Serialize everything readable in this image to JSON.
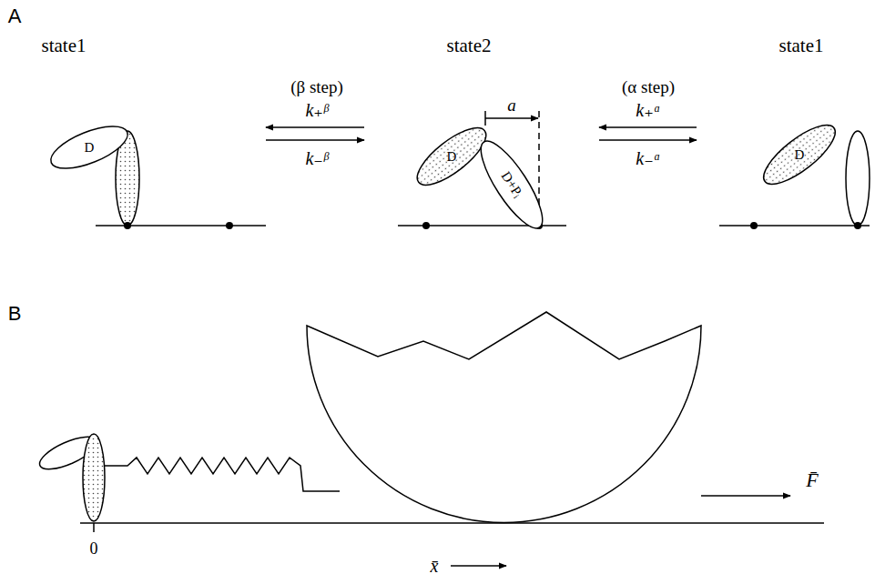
{
  "diagram": {
    "nodes": [
      {
        "text": [
          "D"
        ]
      },
      {
        "text": [
          "D"
        ]
      },
      {
        "text": [
          "D+Pᵢ"
        ]
      },
      {
        "text": [
          "D"
        ]
      }
    ],
    "labels": [
      "A",
      "state1",
      "state2",
      "state1",
      "(β step)",
      "k₊ᵝ",
      "k₋ᵝ",
      "a",
      "(α step)",
      "k₊ᵅ",
      "k₋ᵅ",
      "B",
      "F̄",
      "0",
      "x̄"
    ]
  }
}
